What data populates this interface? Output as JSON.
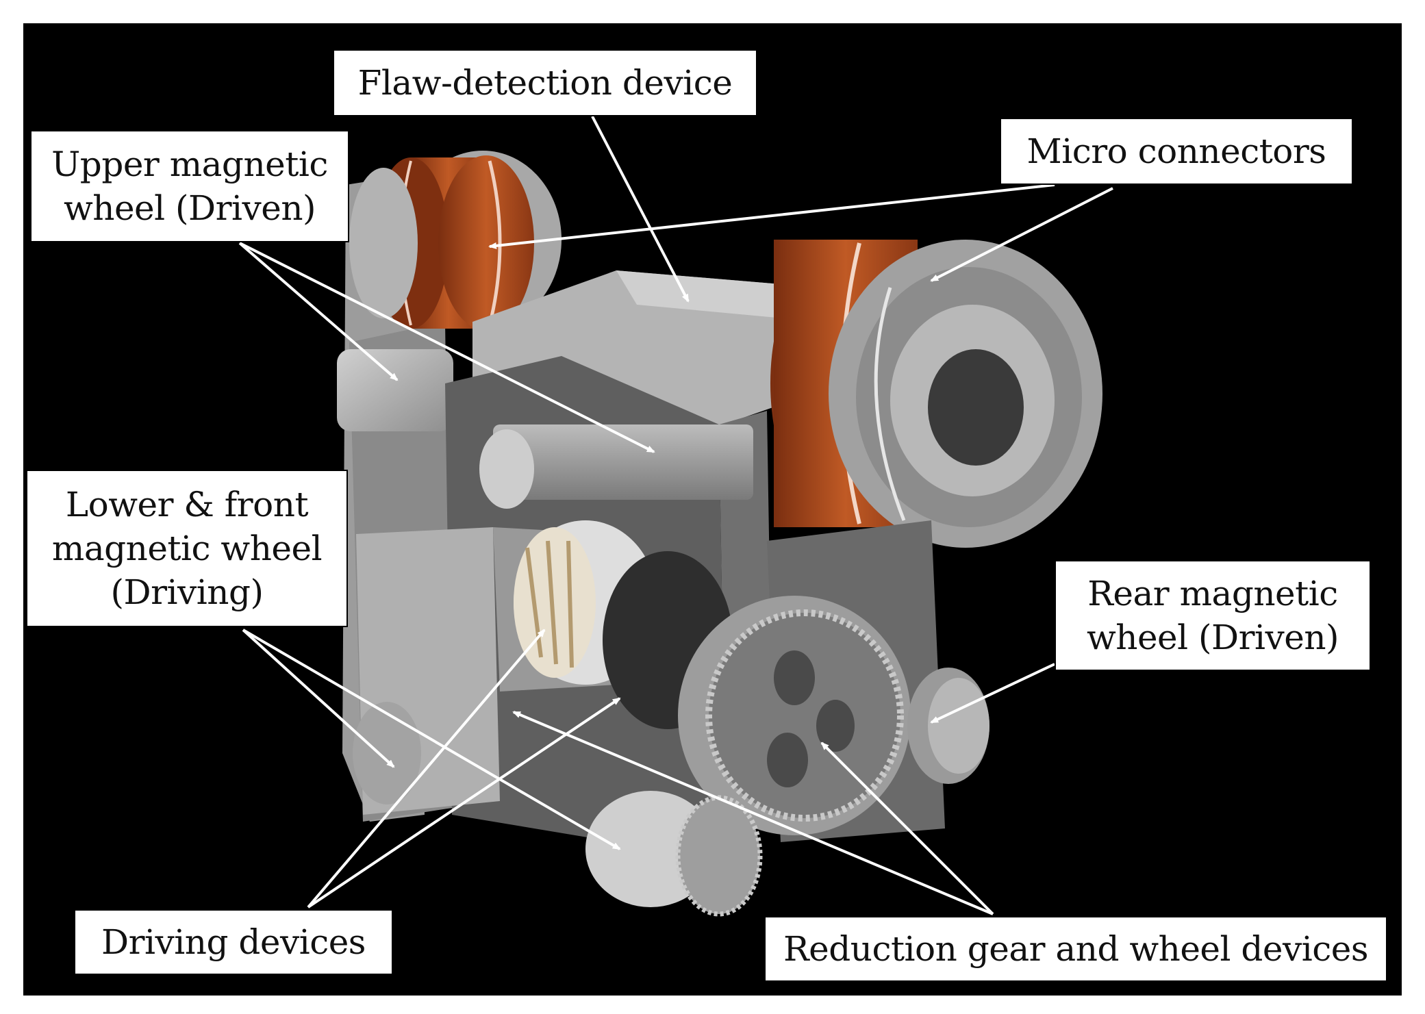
{
  "labels": {
    "flaw_detection": "Flaw-detection device",
    "micro_connectors": "Micro connectors",
    "upper_wheel": "Upper magnetic\nwheel (Driven)",
    "lower_front_wheel": "Lower & front\nmagnetic wheel\n(Driving)",
    "rear_wheel": "Rear magnetic\nwheel (Driven)",
    "driving_devices": "Driving devices",
    "reduction_gear": "Reduction gear and wheel devices"
  },
  "colors": {
    "background": "#000000",
    "label_fill": "#ffffff",
    "arrow": "#ffffff",
    "wheel_band": "#b5501f",
    "body_grey": "#a9a9a9"
  }
}
